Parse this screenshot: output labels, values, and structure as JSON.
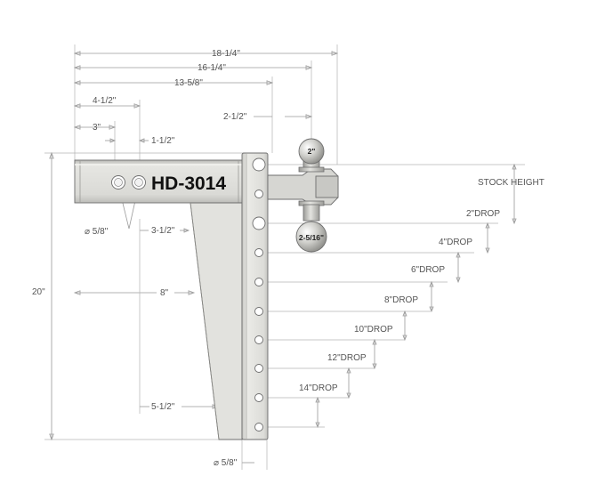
{
  "model": "HD-3014",
  "ball_sizes": {
    "top": "2\"",
    "bottom": "2-5/16\""
  },
  "dimensions": {
    "overall_length": "18-1/4\"",
    "length_to_top_ball": "16-1/4\"",
    "length_to_riser": "13-5/8\"",
    "riser_to_ball": "2-1/2\"",
    "to_second_hole": "4-1/2\"",
    "to_first_hole": "3\"",
    "hole_spacing": "1-1/2\"",
    "shank_hole_diameter": "⌀ 5/8\"",
    "riser_offset": "3-1/2\"",
    "shank_length": "8\"",
    "riser_bottom_offset": "5-1/2\"",
    "riser_height": "20\"",
    "riser_hole_diameter": "⌀ 5/8\""
  },
  "drops": [
    "STOCK HEIGHT",
    "2\"DROP",
    "4\"DROP",
    "6\"DROP",
    "8\"DROP",
    "10\"DROP",
    "12\"DROP",
    "14\"DROP"
  ],
  "colors": {
    "metal": "#dcdcd8",
    "outline": "#6e6e6e",
    "dimension": "#9a9a9a",
    "text": "#555555"
  }
}
